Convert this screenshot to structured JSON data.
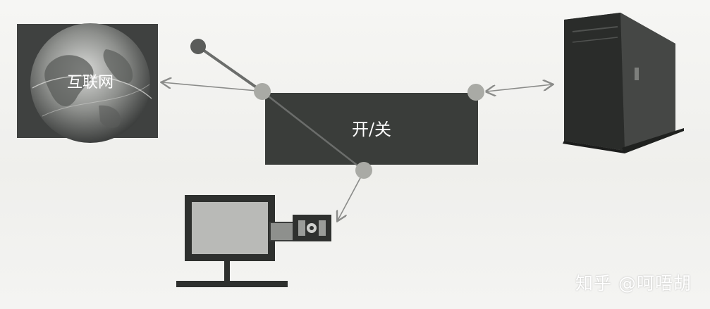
{
  "diagram": {
    "internet_label": "互联网",
    "switch_label": "开/关"
  },
  "watermark": {
    "text": "知乎 @呵唔胡"
  },
  "colors": {
    "switch_body": "#3a3d3a",
    "node": "#a9aaa5",
    "arrow": "#8b8c8a",
    "lever": "#6b6d6b"
  },
  "icons": {
    "internet": "globe-icon",
    "server": "server-tower-icon",
    "terminal": "monitor-with-card-reader-icon"
  }
}
